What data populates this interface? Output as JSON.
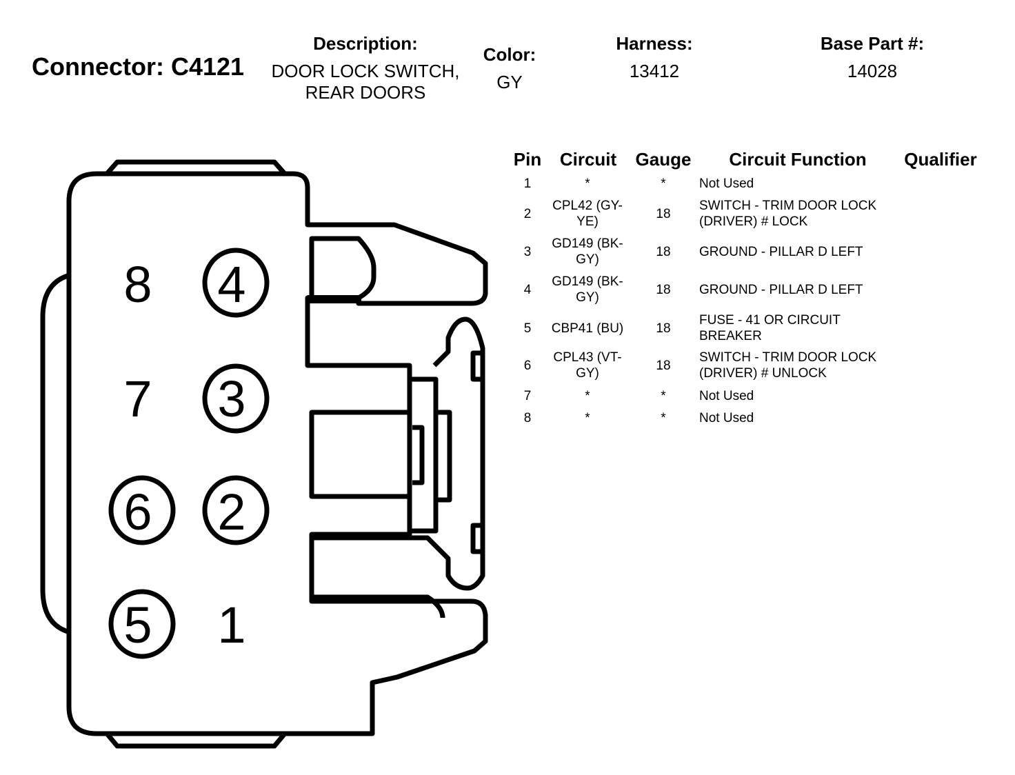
{
  "header": {
    "connector_label": "Connector: C4121",
    "description_label": "Description:",
    "description_lines": [
      "DOOR LOCK SWITCH,",
      "REAR DOORS"
    ],
    "color_label": "Color:",
    "color_value": "GY",
    "harness_label": "Harness:",
    "harness_value": "13412",
    "base_part_label": "Base Part #:",
    "base_part_value": "14028"
  },
  "table": {
    "columns": [
      "Pin",
      "Circuit",
      "Gauge",
      "Circuit Function",
      "Qualifier"
    ],
    "rows": [
      {
        "pin": "1",
        "circuit": [
          "*"
        ],
        "gauge": "*",
        "function": [
          "Not Used"
        ],
        "qualifier": ""
      },
      {
        "pin": "2",
        "circuit": [
          "CPL42 (GY-",
          "YE)"
        ],
        "gauge": "18",
        "function": [
          "SWITCH - TRIM DOOR LOCK",
          "(DRIVER) # LOCK"
        ],
        "qualifier": ""
      },
      {
        "pin": "3",
        "circuit": [
          "GD149 (BK-",
          "GY)"
        ],
        "gauge": "18",
        "function": [
          "GROUND - PILLAR D LEFT"
        ],
        "qualifier": ""
      },
      {
        "pin": "4",
        "circuit": [
          "GD149 (BK-",
          "GY)"
        ],
        "gauge": "18",
        "function": [
          "GROUND - PILLAR D LEFT"
        ],
        "qualifier": ""
      },
      {
        "pin": "5",
        "circuit": [
          "CBP41 (BU)"
        ],
        "gauge": "18",
        "function": [
          "FUSE - 41 OR CIRCUIT",
          "BREAKER"
        ],
        "qualifier": ""
      },
      {
        "pin": "6",
        "circuit": [
          "CPL43 (VT-",
          "GY)"
        ],
        "gauge": "18",
        "function": [
          "SWITCH - TRIM DOOR LOCK",
          "(DRIVER) # UNLOCK"
        ],
        "qualifier": ""
      },
      {
        "pin": "7",
        "circuit": [
          "*"
        ],
        "gauge": "*",
        "function": [
          "Not Used"
        ],
        "qualifier": ""
      },
      {
        "pin": "8",
        "circuit": [
          "*"
        ],
        "gauge": "*",
        "function": [
          "Not Used"
        ],
        "qualifier": ""
      }
    ]
  },
  "diagram": {
    "pin_labels": {
      "p8": "8",
      "p4": "4",
      "p7": "7",
      "p3": "3",
      "p6": "6",
      "p2": "2",
      "p5": "5",
      "p1": "1"
    },
    "circled_pins": [
      "4",
      "3",
      "6",
      "2",
      "5"
    ]
  }
}
